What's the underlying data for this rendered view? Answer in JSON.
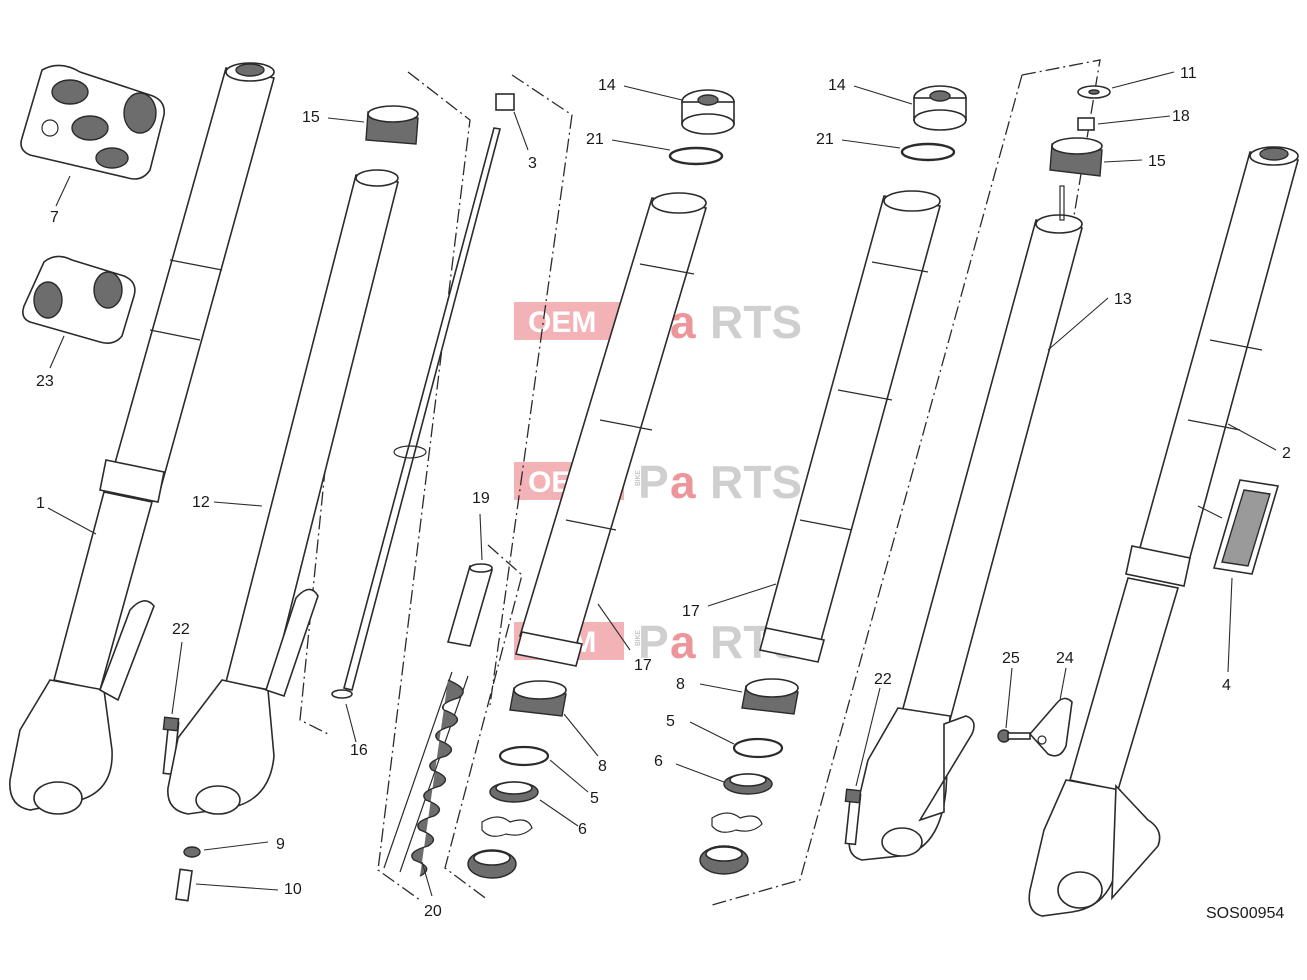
{
  "diagram": {
    "callouts": {
      "c1": "1",
      "c2": "2",
      "c3": "3",
      "c4": "4",
      "c5a": "5",
      "c5b": "5",
      "c6a": "6",
      "c6b": "6",
      "c7": "7",
      "c8a": "8",
      "c8b": "8",
      "c9": "9",
      "c10": "10",
      "c11": "11",
      "c12": "12",
      "c13": "13",
      "c14a": "14",
      "c14b": "14",
      "c15a": "15",
      "c15b": "15",
      "c16": "16",
      "c17a": "17",
      "c17b": "17",
      "c18": "18",
      "c19": "19",
      "c20": "20",
      "c21a": "21",
      "c21b": "21",
      "c22a": "22",
      "c22b": "22",
      "c23": "23",
      "c24": "24",
      "c25": "25"
    },
    "drawing_code": "SOS00954"
  },
  "watermark": {
    "oem": "OEM",
    "bike": "BIKE",
    "p": "P",
    "a": "a",
    "rts": "RTS"
  },
  "colors": {
    "line": "#2b2b2b",
    "watermark_red": "#e8727a",
    "watermark_gray": "#c4c4c4"
  }
}
